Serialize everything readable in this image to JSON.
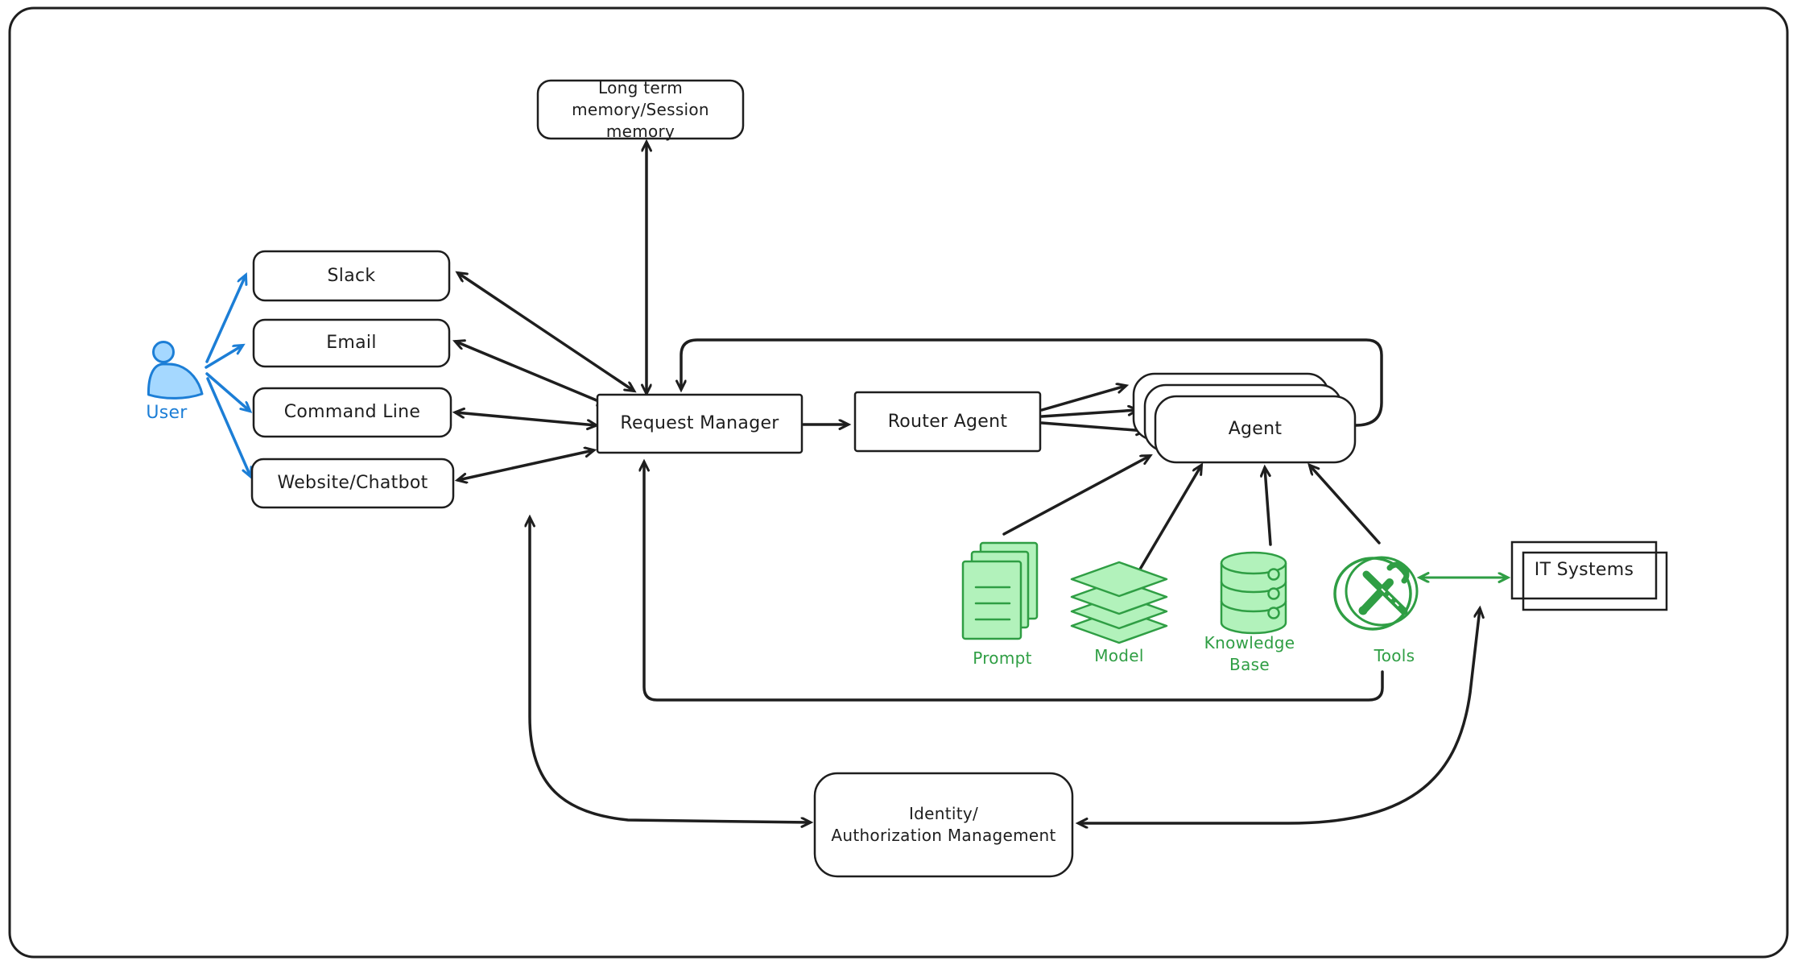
{
  "diagram": {
    "kind": "agent-architecture-sketch",
    "nodes": {
      "memory": {
        "label": "Long term\nmemory/Session memory"
      },
      "user": {
        "label": "User",
        "icon": "person-icon"
      },
      "channels": [
        {
          "label": "Slack"
        },
        {
          "label": "Email"
        },
        {
          "label": "Command Line"
        },
        {
          "label": "Website/Chatbot"
        }
      ],
      "request_manager": {
        "label": "Request Manager"
      },
      "router_agent": {
        "label": "Router Agent"
      },
      "agent": {
        "label": "Agent",
        "stacked": true
      },
      "resources": [
        {
          "label": "Prompt",
          "icon": "documents-icon"
        },
        {
          "label": "Model",
          "icon": "layers-icon"
        },
        {
          "label": "Knowledge Base",
          "icon": "database-icon"
        },
        {
          "label": "Tools",
          "icon": "tools-icon"
        }
      ],
      "it_systems": {
        "label": "IT Systems",
        "stacked": true
      },
      "identity": {
        "label": "Identity/\nAuthorization Management"
      }
    },
    "colors": {
      "ink": "#1e1e1e",
      "blue_stroke": "#1c7ed6",
      "blue_fill": "#a5d8ff",
      "green_stroke": "#2f9e44",
      "green_fill": "#b2f2bb",
      "background": "#ffffff"
    }
  }
}
